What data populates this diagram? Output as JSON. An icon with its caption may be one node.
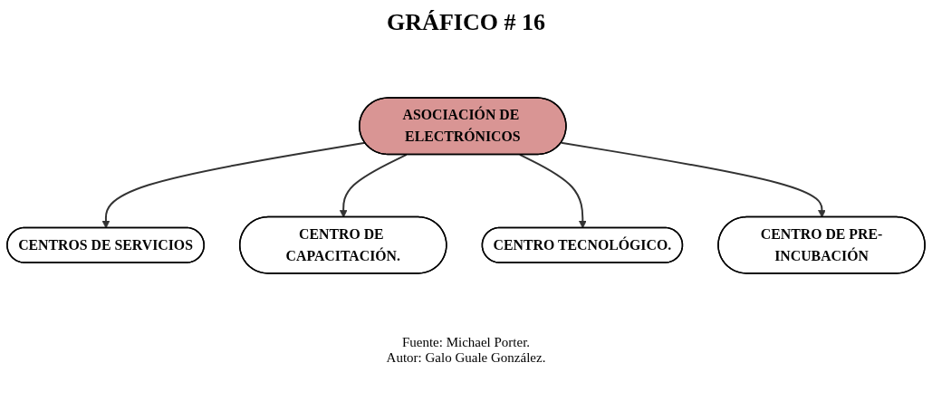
{
  "diagram": {
    "title": "GRÁFICO # 16",
    "nodes": [
      {
        "text": [
          "CENTROS DE SERVICIOS"
        ]
      },
      {
        "text": [
          "CENTRO DE CAPACITACIÓN."
        ]
      },
      {
        "text": [
          "ASOCIACIÓN DE ELECTRÓNICOS"
        ]
      },
      {
        "text": [
          "CENTRO TECNOLÓGICO."
        ]
      },
      {
        "text": [
          "CENTRO DE PRE-INCUBACIÓN"
        ]
      }
    ],
    "edges": [
      {
        "from": 2,
        "to": 0,
        "arrow": "to"
      },
      {
        "from": 2,
        "to": 1,
        "arrow": "to"
      },
      {
        "from": 2,
        "to": 3,
        "arrow": "to"
      },
      {
        "from": 2,
        "to": 4,
        "arrow": "to"
      }
    ],
    "labels": [
      "Fuente: Michael Porter.",
      "Autor: Galo Guale González."
    ]
  }
}
